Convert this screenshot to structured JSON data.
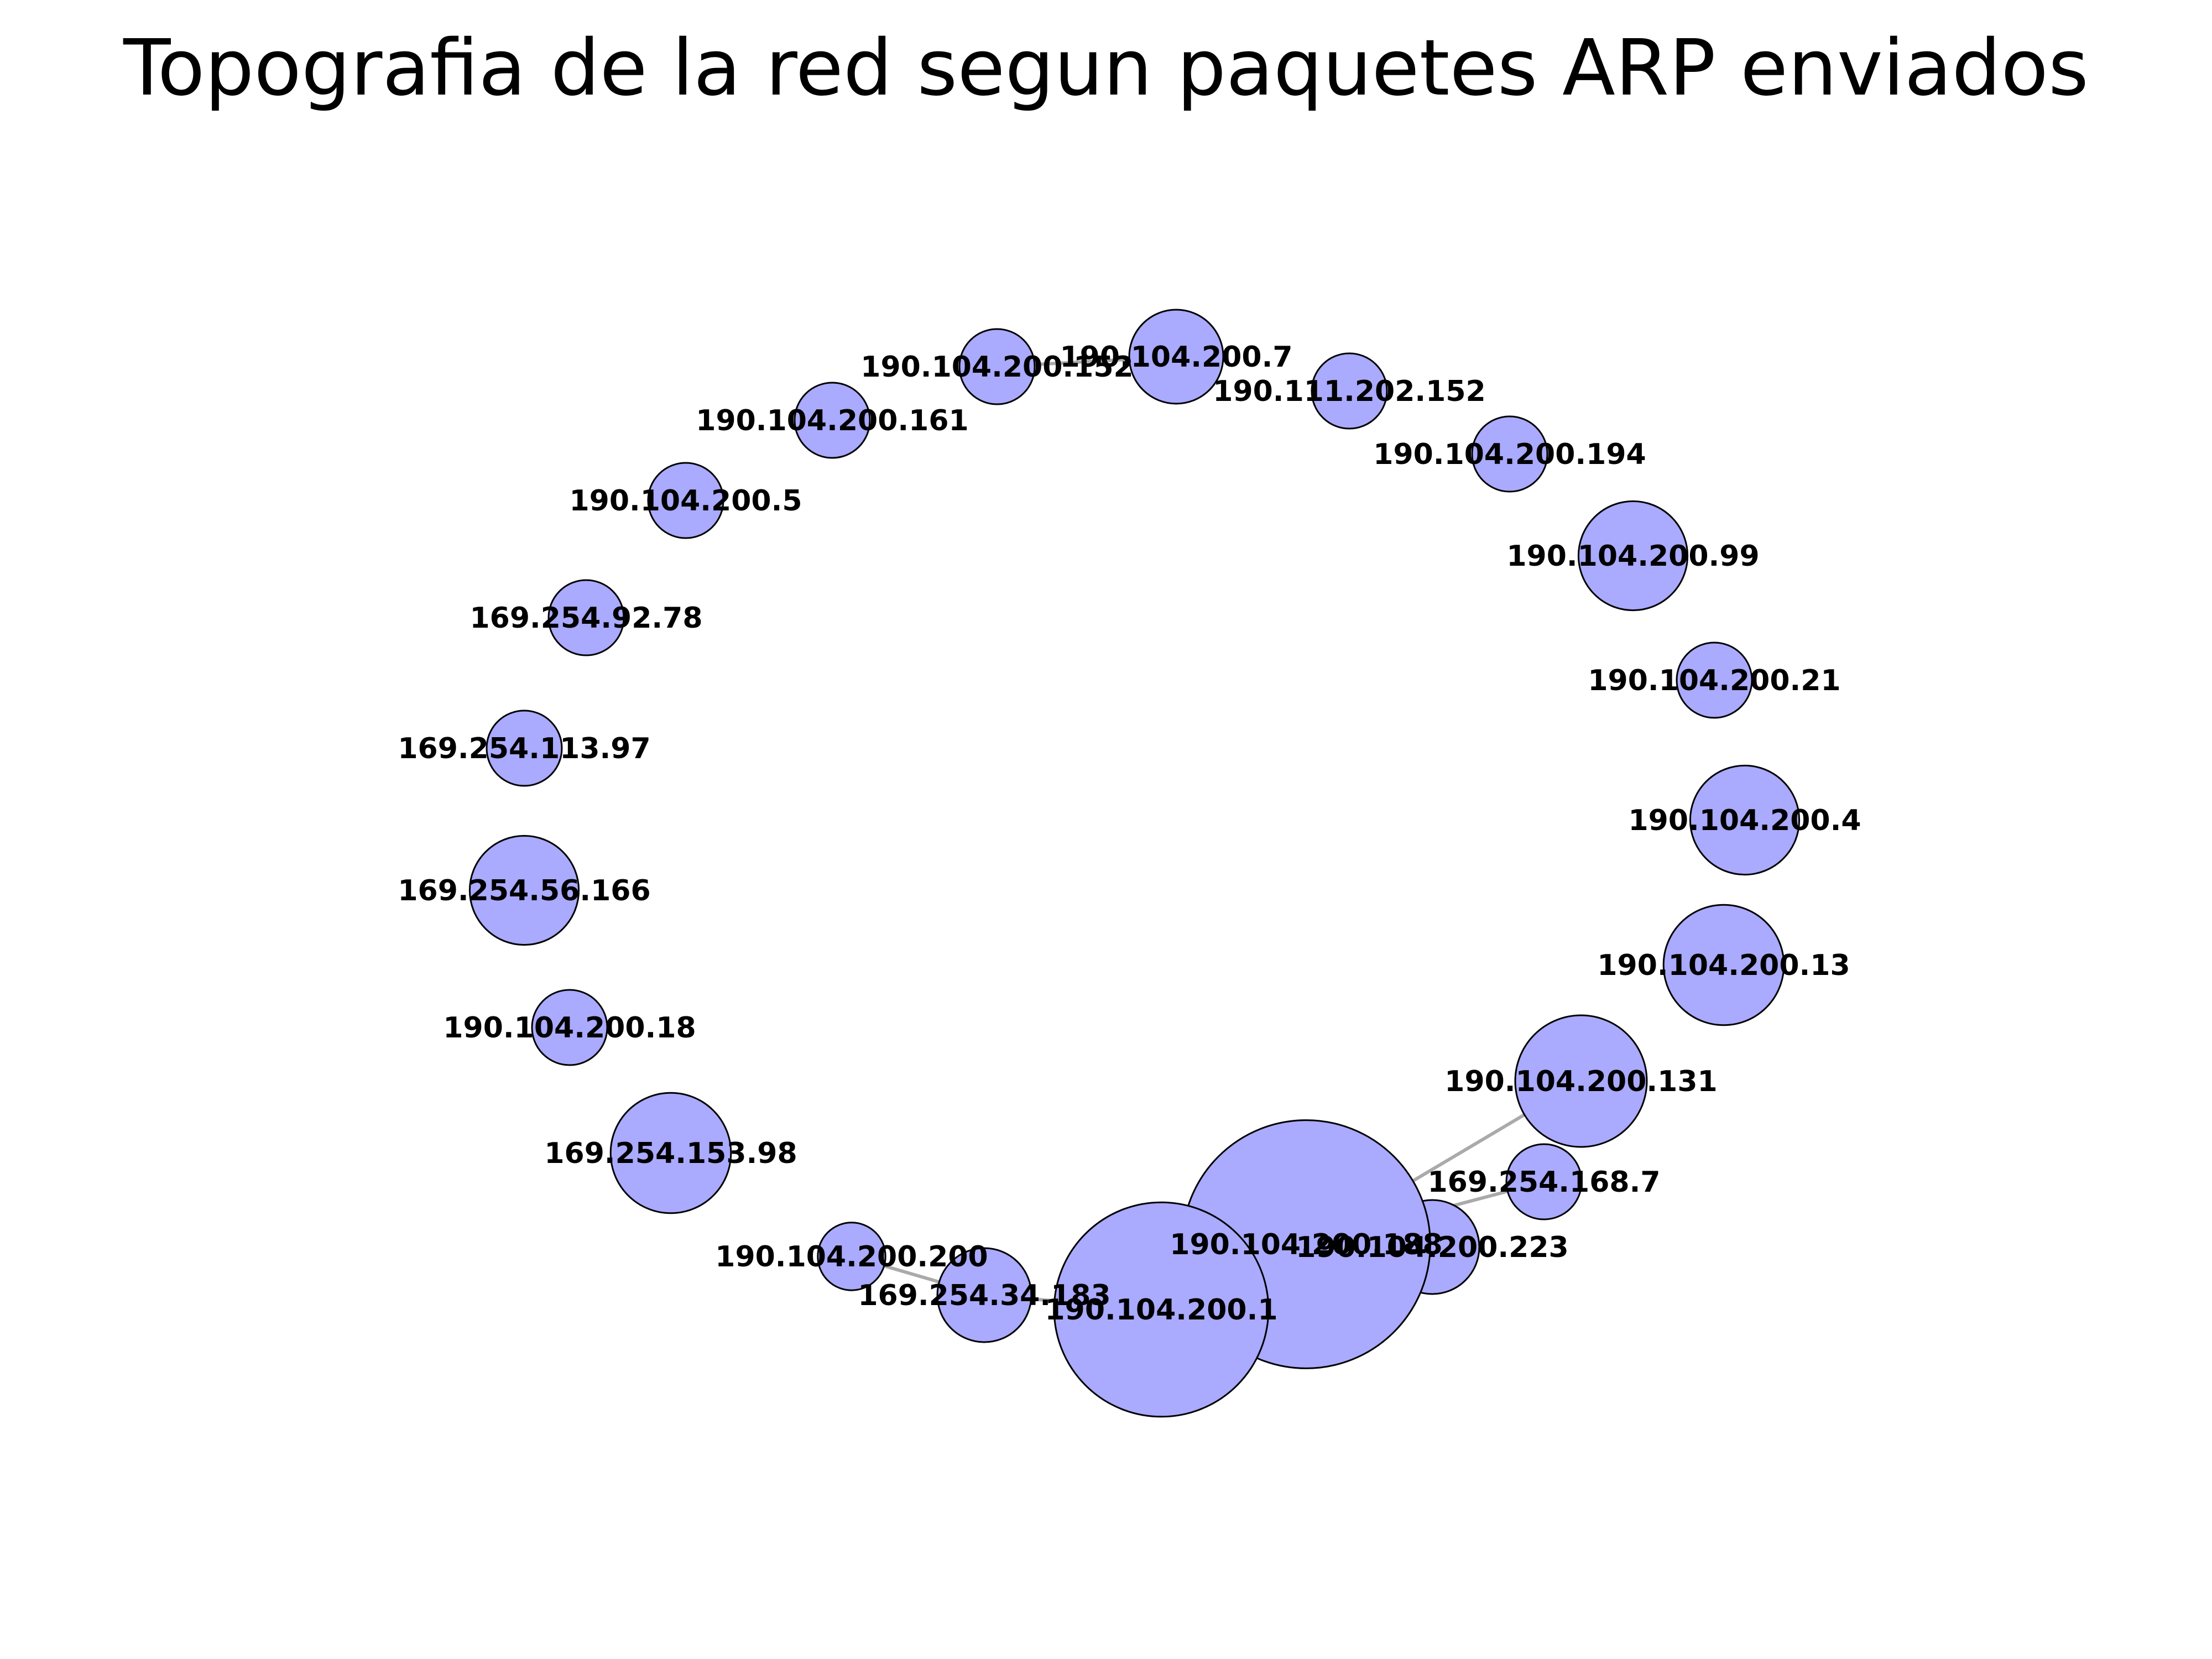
{
  "title": "Topografia de la red segun paquetes ARP enviados",
  "colors": {
    "node_fill": "#aaaaff",
    "node_stroke": "#000000",
    "edge": "#aaaaaa",
    "label": "#000000"
  },
  "graph": {
    "nodes": [
      {
        "id": "190.104.200.152",
        "label": "190.104.200.152",
        "size": 1.0
      },
      {
        "id": "190.104.200.7",
        "label": "190.104.200.7",
        "size": 1.25
      },
      {
        "id": "190.111.202.152",
        "label": "190.111.202.152",
        "size": 1.0
      },
      {
        "id": "190.104.200.194",
        "label": "190.104.200.194",
        "size": 1.0
      },
      {
        "id": "190.104.200.99",
        "label": "190.104.200.99",
        "size": 1.45
      },
      {
        "id": "190.104.200.21",
        "label": "190.104.200.21",
        "size": 1.0
      },
      {
        "id": "190.104.200.4",
        "label": "190.104.200.4",
        "size": 1.45
      },
      {
        "id": "190.104.200.13",
        "label": "190.104.200.13",
        "size": 1.6
      },
      {
        "id": "190.104.200.131",
        "label": "190.104.200.131",
        "size": 1.75
      },
      {
        "id": "169.254.168.7",
        "label": "169.254.168.7",
        "size": 1.0
      },
      {
        "id": "190.104.200.223",
        "label": "190.104.200.223",
        "size": 1.25
      },
      {
        "id": "190.104.200.188",
        "label": "190.104.200.188",
        "size": 3.3
      },
      {
        "id": "190.104.200.1",
        "label": "190.104.200.1",
        "size": 2.85
      },
      {
        "id": "169.254.34.183",
        "label": "169.254.34.183",
        "size": 1.25
      },
      {
        "id": "190.104.200.200",
        "label": "190.104.200.200",
        "size": 0.9
      },
      {
        "id": "169.254.153.98",
        "label": "169.254.153.98",
        "size": 1.6
      },
      {
        "id": "190.104.200.18",
        "label": "190.104.200.18",
        "size": 1.0
      },
      {
        "id": "169.254.56.166",
        "label": "169.254.56.166",
        "size": 1.45
      },
      {
        "id": "169.254.113.97",
        "label": "169.254.113.97",
        "size": 1.0
      },
      {
        "id": "169.254.92.78",
        "label": "169.254.92.78",
        "size": 1.0
      },
      {
        "id": "190.104.200.5",
        "label": "190.104.200.5",
        "size": 1.0
      },
      {
        "id": "190.104.200.161",
        "label": "190.104.200.161",
        "size": 1.0
      }
    ],
    "edges": [
      {
        "source": "190.104.200.188",
        "target": "190.104.200.131"
      },
      {
        "source": "190.104.200.188",
        "target": "169.254.168.7"
      },
      {
        "source": "190.104.200.188",
        "target": "190.104.200.223"
      },
      {
        "source": "190.104.200.188",
        "target": "190.104.200.1"
      },
      {
        "source": "190.104.200.1",
        "target": "169.254.34.183"
      },
      {
        "source": "169.254.34.183",
        "target": "190.104.200.200"
      },
      {
        "source": "190.104.200.152",
        "target": "190.104.200.7"
      }
    ]
  }
}
